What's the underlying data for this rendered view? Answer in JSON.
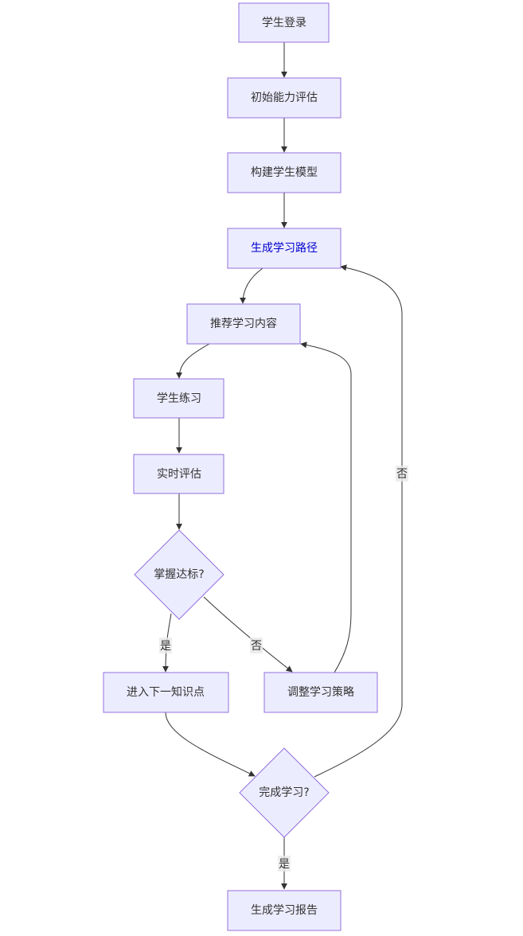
{
  "colors": {
    "node_fill": "#ececff",
    "node_stroke": "#9370db",
    "edge": "#333333",
    "text": "#333333",
    "highlight_text": "#0000cc",
    "edge_label_bg": "#e8e8e8"
  },
  "nodes": {
    "login": "学生登录",
    "initial_eval": "初始能力评估",
    "build_model": "构建学生模型",
    "gen_path": "生成学习路径",
    "recommend": "推荐学习内容",
    "practice": "学生练习",
    "realtime_eval": "实时评估",
    "mastery_check": "掌握达标?",
    "next_point": "进入下一知识点",
    "adjust": "调整学习策略",
    "done_check": "完成学习?",
    "report": "生成学习报告"
  },
  "edge_labels": {
    "mastery_yes": "是",
    "mastery_no": "否",
    "done_no": "否",
    "done_yes": "是"
  }
}
